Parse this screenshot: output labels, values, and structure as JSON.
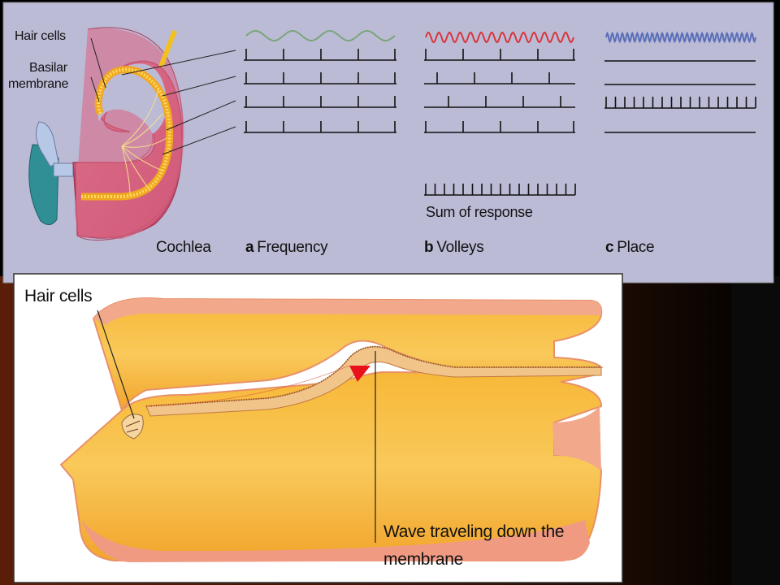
{
  "top_panel": {
    "cochlea_labels": {
      "hair_cells": "Hair cells",
      "basilar_membrane_line1": "Basilar",
      "basilar_membrane_line2": "membrane",
      "cochlea": "Cochlea"
    },
    "theories": [
      {
        "letter": "a",
        "name": "Frequency",
        "wave_color": "#7aa67a"
      },
      {
        "letter": "b",
        "name": "Volleys",
        "wave_color": "#d8363a"
      },
      {
        "letter": "c",
        "name": "Place",
        "wave_color": "#5a6fb8"
      }
    ],
    "sum_of_response": "Sum of response"
  },
  "bottom_panel": {
    "hair_cells": "Hair cells",
    "wave_caption_line1": "Wave traveling down the",
    "wave_caption_line2": "membrane"
  },
  "colors": {
    "top_panel_bg": "#bbbbd6",
    "cochlea_pink": "#d15a78",
    "tube_orange": "#f4b23a",
    "arrow_red": "#e8101a",
    "curtain_brown": "#4a1b0a"
  }
}
